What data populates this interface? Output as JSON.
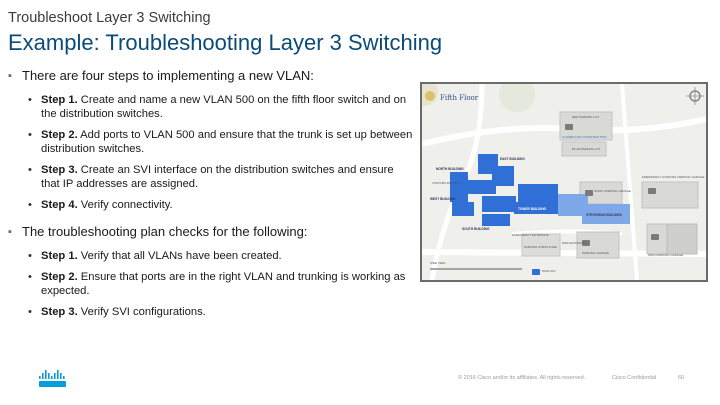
{
  "header": {
    "breadcrumb": "Troubleshoot Layer 3 Switching",
    "title": "Example: Troubleshooting Layer 3 Switching"
  },
  "content": {
    "bullets": [
      {
        "text": "There are four steps to implementing a new VLAN:",
        "sub": [
          {
            "step": "Step 1.",
            "text": " Create and name a new VLAN 500 on the fifth floor switch and on the distribution switches."
          },
          {
            "step": "Step 2.",
            "text": " Add ports to VLAN 500 and ensure that the trunk is set up between distribution switches."
          },
          {
            "step": "Step 3.",
            "text": " Create an SVI interface on the distribution switches and ensure that IP addresses are assigned."
          },
          {
            "step": "Step 4.",
            "text": " Verify connectivity."
          }
        ]
      },
      {
        "text": "The troubleshooting plan checks for the following:",
        "sub": [
          {
            "step": "Step 1.",
            "text": " Verify that all VLANs have been created."
          },
          {
            "step": "Step 2.",
            "text": " Ensure that ports are in the right VLAN and trunking is working as expected."
          },
          {
            "step": "Step 3.",
            "text": " Verify SVI configurations."
          }
        ]
      }
    ]
  },
  "map": {
    "floor_label": "Fifth Floor",
    "labels": {
      "north_building": "NORTH BUILDING",
      "east_building": "EAST BUILDING",
      "west_building": "WEST BUILDING",
      "south_building": "SOUTH BUILDING",
      "tower_building": "TOWER BUILDING",
      "stevenson_building": "STEVENSON BUILDING",
      "emergency": "EMERGENCY ENTRANCE",
      "main_entrance": "MAIN ENTRANCE",
      "visitors_parking": "VISITORS PARKING",
      "blue_parking": "BLUE PARKING LOT",
      "red_parking": "RED PARKING LOT",
      "emergency_hospital": "EMERGENCY HOSPITAL PARKING GARAGE",
      "main_parking": "MAIN PARKING GARAGE",
      "staff_parking": "STAFF PARKING GARAGE",
      "closed_construction": "CLOSED FOR CONSTRUCTION",
      "parking_structure": "PARKING STRUCTURE",
      "pavilion": "PAVILION",
      "side_view": "SIDE VIEW",
      "parking_garage": "PARKING GARAGE"
    }
  },
  "footer": {
    "copyright": "© 2016 Cisco and/or its affiliates. All rights reserved.",
    "confidential": "Cisco Confidential",
    "page": "60"
  },
  "colors": {
    "title": "#0a4b7a",
    "highlight": "#2f6fd6",
    "highlight_light": "#7fa8e8",
    "logo": "#049fd9"
  }
}
